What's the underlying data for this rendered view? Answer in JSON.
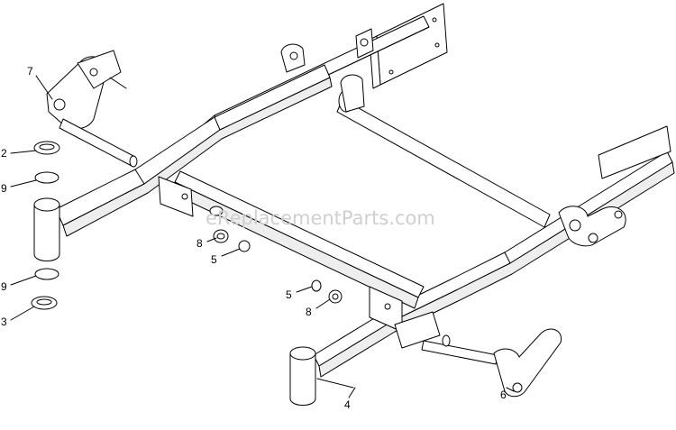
{
  "watermark": "eReplacementParts.com",
  "callouts": [
    {
      "id": "7",
      "label": "7"
    },
    {
      "id": "2",
      "label": "2"
    },
    {
      "id": "9a",
      "label": "9"
    },
    {
      "id": "8a",
      "label": "8"
    },
    {
      "id": "5a",
      "label": "5"
    },
    {
      "id": "9b",
      "label": "9"
    },
    {
      "id": "3",
      "label": "3"
    },
    {
      "id": "5b",
      "label": "5"
    },
    {
      "id": "8b",
      "label": "8"
    },
    {
      "id": "4",
      "label": "4"
    },
    {
      "id": "6",
      "label": "6"
    }
  ]
}
